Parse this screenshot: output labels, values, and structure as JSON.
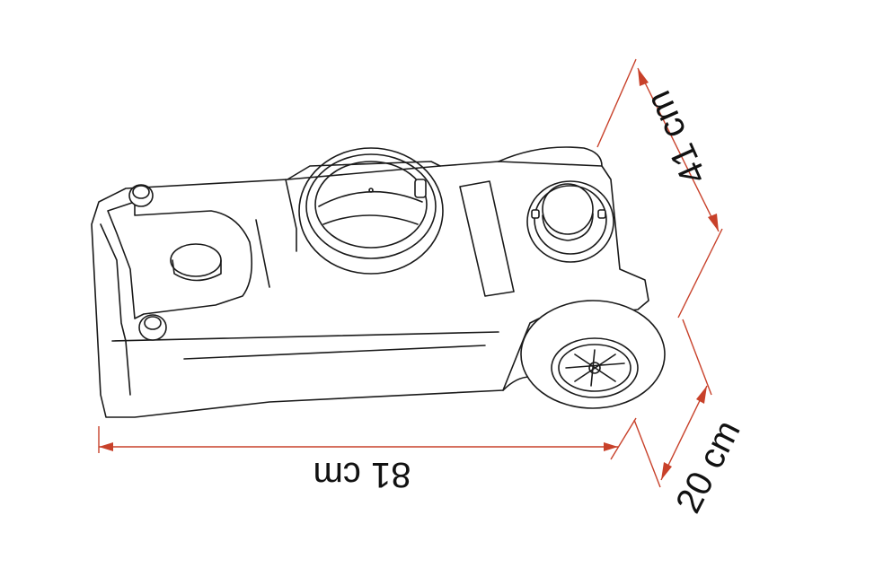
{
  "dimensions": {
    "length": "81 cm",
    "width": "41 cm",
    "height": "20 cm"
  },
  "colors": {
    "dimension_line": "#c8412a",
    "outline": "#1a1a1a"
  }
}
